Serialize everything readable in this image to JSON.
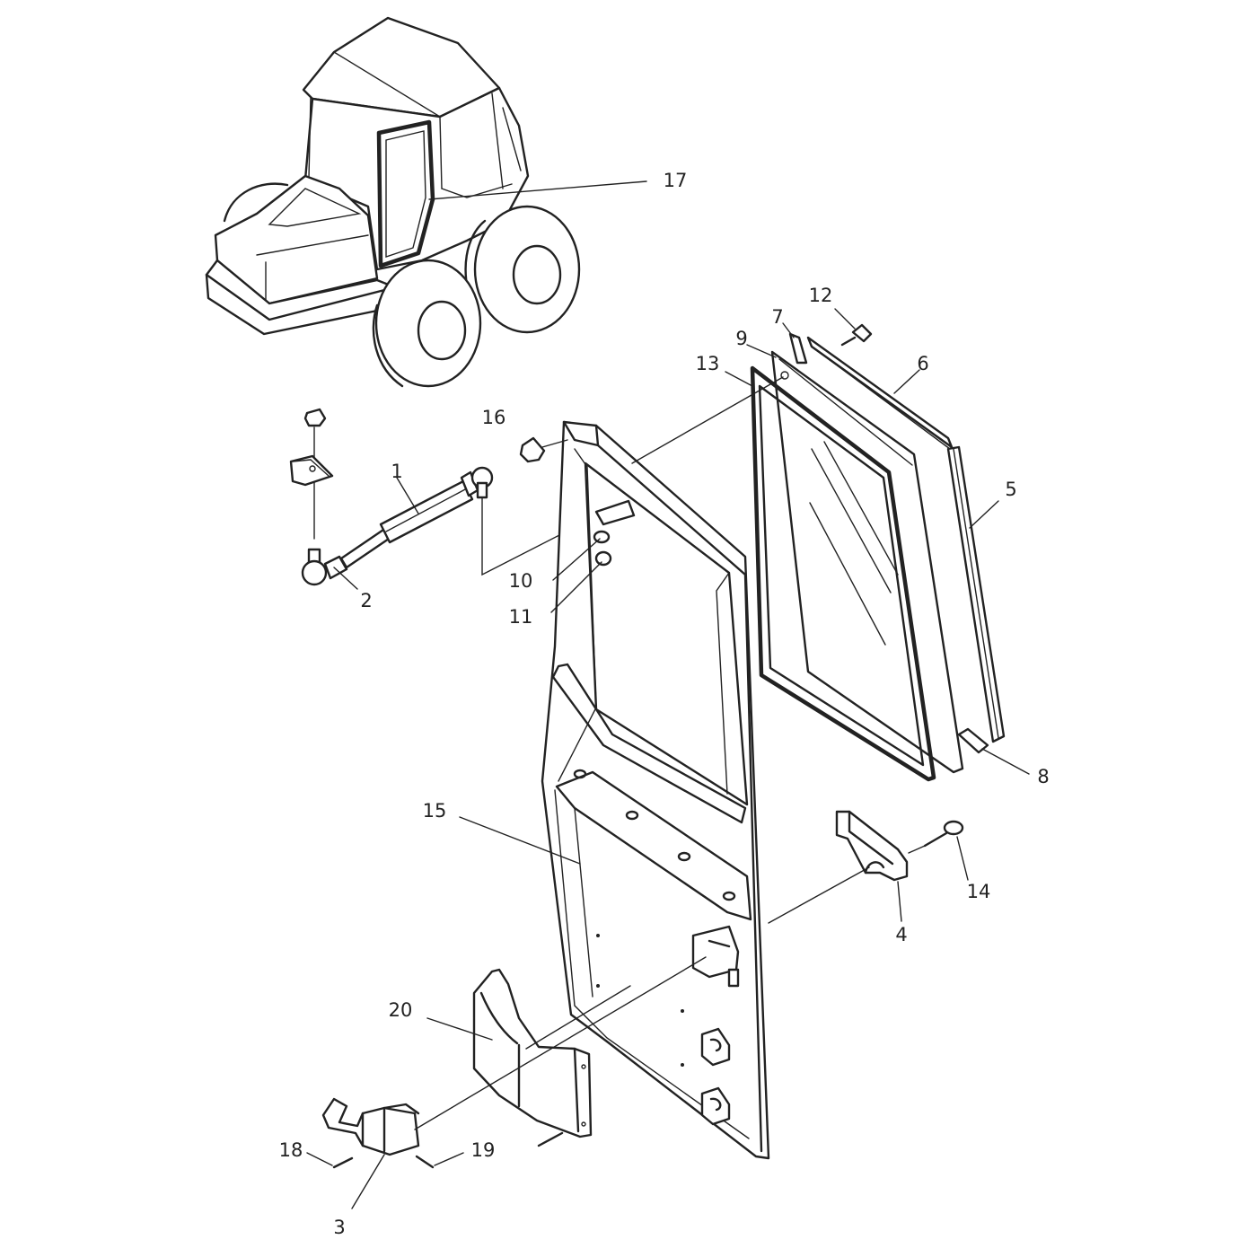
{
  "colors": {
    "line": "#222222",
    "background": "#ffffff"
  },
  "callouts": {
    "c1": "1",
    "c2": "2",
    "c3": "3",
    "c4": "4",
    "c5": "5",
    "c6": "6",
    "c7": "7",
    "c8": "8",
    "c9": "9",
    "c10": "10",
    "c11": "11",
    "c12": "12",
    "c13": "13",
    "c14": "14",
    "c15": "15",
    "c16": "16",
    "c17": "17",
    "c18": "18",
    "c19": "19",
    "c20": "20"
  },
  "parts": [
    {
      "label": "1",
      "part": "gas-strut"
    },
    {
      "label": "2",
      "part": "ball-joint"
    },
    {
      "label": "3",
      "part": "lower-hinge"
    },
    {
      "label": "4",
      "part": "door-handle"
    },
    {
      "label": "5",
      "part": "rear-seal-strip"
    },
    {
      "label": "6",
      "part": "top-seal-strip"
    },
    {
      "label": "7",
      "part": "top-bracket"
    },
    {
      "label": "8",
      "part": "bottom-bracket"
    },
    {
      "label": "9",
      "part": "window-frame"
    },
    {
      "label": "10",
      "part": "washer"
    },
    {
      "label": "11",
      "part": "nut"
    },
    {
      "label": "12",
      "part": "screw"
    },
    {
      "label": "13",
      "part": "glass-seal"
    },
    {
      "label": "14",
      "part": "pin-with-ring"
    },
    {
      "label": "15",
      "part": "door-panel"
    },
    {
      "label": "16",
      "part": "stop-buffer"
    },
    {
      "label": "17",
      "part": "cab-door-location"
    },
    {
      "label": "18",
      "part": "screw-left"
    },
    {
      "label": "19",
      "part": "screw-right"
    },
    {
      "label": "20",
      "part": "hinge-cover"
    }
  ]
}
